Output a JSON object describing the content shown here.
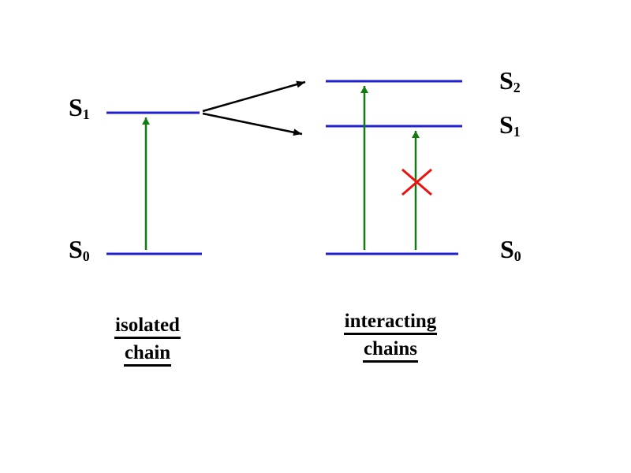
{
  "colors": {
    "level_line": "#2020D0",
    "excitation_arrow": "#107C10",
    "splitting_arrow": "#000000",
    "forbidden_cross": "#EE1111"
  },
  "left_diagram": {
    "s1_label": {
      "base": "S",
      "sub": "1"
    },
    "s0_label": {
      "base": "S",
      "sub": "0"
    },
    "caption": {
      "line1": "isolated",
      "line2": "chain"
    }
  },
  "right_diagram": {
    "s2_label": {
      "base": "S",
      "sub": "2"
    },
    "s1_label": {
      "base": "S",
      "sub": "1"
    },
    "s0_label": {
      "base": "S",
      "sub": "0"
    },
    "caption": {
      "line1": "interacting",
      "line2": "chains"
    }
  }
}
